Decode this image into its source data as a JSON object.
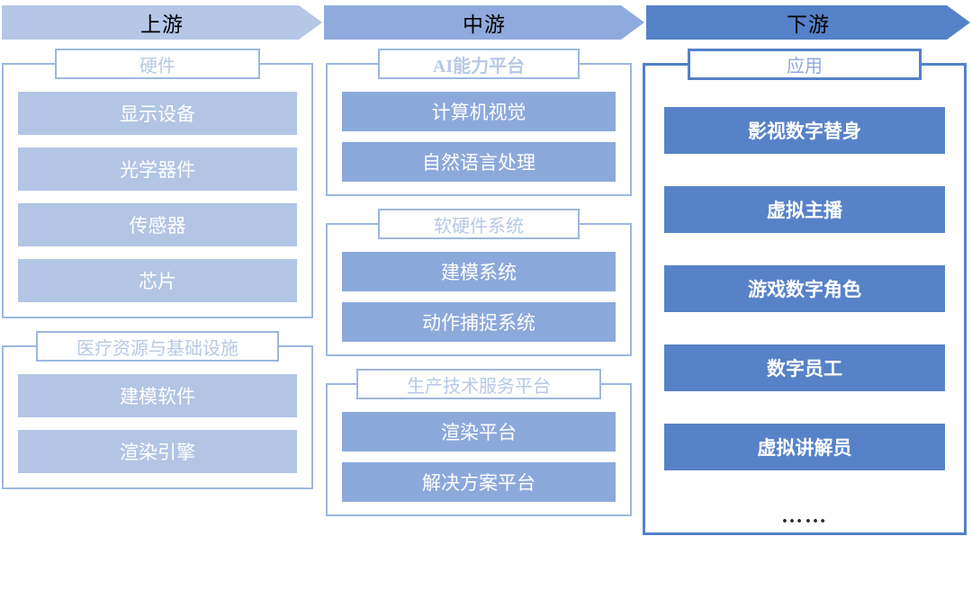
{
  "diagram": {
    "title_semantic": "digital-human-industry-chain",
    "colors": {
      "stage_upstream": "#b4c7e7",
      "stage_midstream": "#8faadc",
      "stage_downstream": "#5481c8",
      "item_upstream": "#b2c5e4",
      "item_midstream": "#8ca9dc",
      "item_downstream": "#5782c8",
      "border_light": "#9db7e0",
      "border_dark": "#5481c8",
      "title_text": "#b7c9e6",
      "item_text": "#ffffff"
    }
  },
  "stages": [
    {
      "id": "upstream",
      "label": "上游"
    },
    {
      "id": "midstream",
      "label": "中游"
    },
    {
      "id": "downstream",
      "label": "下游"
    }
  ],
  "columns": {
    "upstream": {
      "groups": [
        {
          "id": "hardware",
          "title": "硬件",
          "bold": false,
          "items": [
            "显示设备",
            "光学器件",
            "传感器",
            "芯片"
          ]
        },
        {
          "id": "medical-resources",
          "title": "医疗资源与基础设施",
          "bold": false,
          "items": [
            "建模软件",
            "渲染引擎"
          ]
        }
      ]
    },
    "midstream": {
      "groups": [
        {
          "id": "ai-capability-platform",
          "title": "AI能力平台",
          "bold": true,
          "items": [
            "计算机视觉",
            "自然语言处理"
          ]
        },
        {
          "id": "software-hardware-system",
          "title": "软硬件系统",
          "bold": false,
          "items": [
            "建模系统",
            "动作捕捉系统"
          ]
        },
        {
          "id": "production-tech-service-platform",
          "title": "生产技术服务平台",
          "bold": false,
          "items": [
            "渲染平台",
            "解决方案平台"
          ]
        }
      ]
    },
    "downstream": {
      "groups": [
        {
          "id": "applications",
          "title": "应用",
          "bold": false,
          "items": [
            "影视数字替身",
            "虚拟主播",
            "游戏数字角色",
            "数字员工",
            "虚拟讲解员"
          ],
          "more_label": "……"
        }
      ]
    }
  }
}
